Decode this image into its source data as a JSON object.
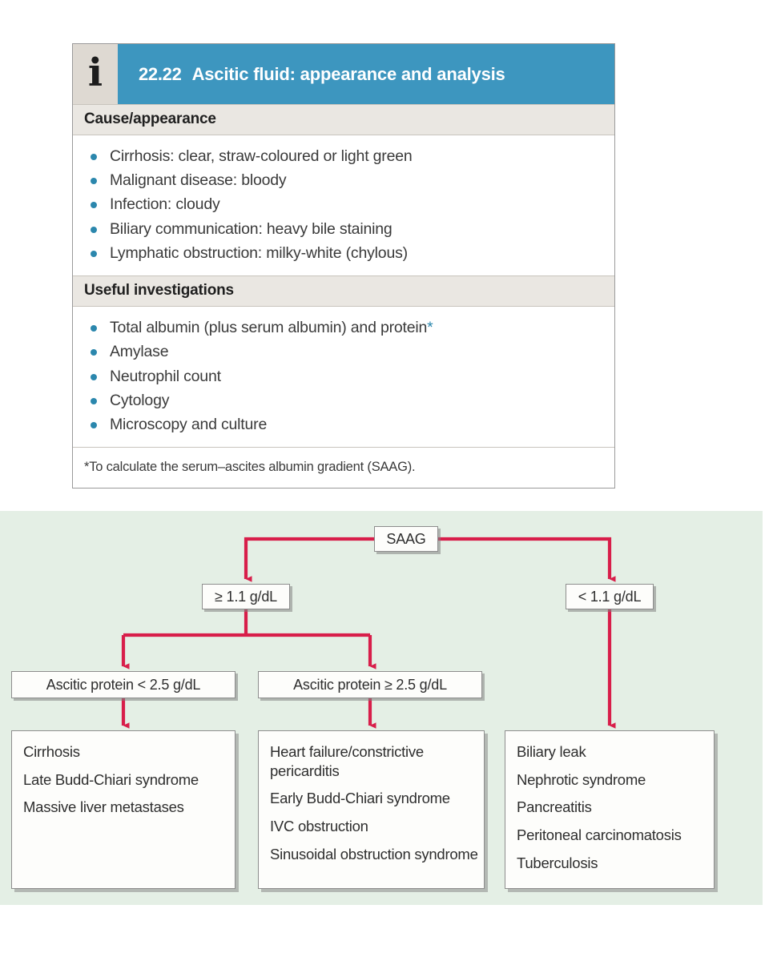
{
  "info_box": {
    "icon": "information-i-icon",
    "number": "22.22",
    "title": "Ascitic fluid: appearance and analysis",
    "sections": [
      {
        "heading": "Cause/appearance",
        "items": [
          "Cirrhosis: clear, straw-coloured or light green",
          "Malignant disease: bloody",
          "Infection: cloudy",
          "Biliary communication: heavy bile staining",
          "Lymphatic obstruction: milky-white (chylous)"
        ]
      },
      {
        "heading": "Useful investigations",
        "items": [
          "Total albumin (plus serum albumin) and protein",
          "Amylase",
          "Neutrophil count",
          "Cytology",
          "Microscopy and culture"
        ],
        "footnote_marker": "*"
      }
    ],
    "footnote": "*To calculate the serum–ascites albumin gradient (SAAG).",
    "colors": {
      "title_bar": "#3d96bf",
      "icon_cell": "#ded9d2",
      "section_band": "#eae7e2",
      "bullet": "#2b87ad",
      "border": "#9a9a9a"
    }
  },
  "flowchart": {
    "type": "decision-tree",
    "background_color": "#e4efe5",
    "arrow_color": "#d81e4a",
    "nodes": {
      "root": "SAAG",
      "saag_high": "≥ 1.1 g/dL",
      "saag_low": "< 1.1 g/dL",
      "protein_low": "Ascitic protein < 2.5 g/dL",
      "protein_high": "Ascitic protein ≥ 2.5 g/dL"
    },
    "outcomes": {
      "from_protein_low": [
        "Cirrhosis",
        "Late Budd-Chiari syndrome",
        "Massive liver metastases"
      ],
      "from_protein_high": [
        "Heart failure/constrictive pericarditis",
        "Early Budd-Chiari syndrome",
        "IVC obstruction",
        "Sinusoidal obstruction syndrome"
      ],
      "from_saag_low": [
        "Biliary leak",
        "Nephrotic syndrome",
        "Pancreatitis",
        "Peritoneal carcinomatosis",
        "Tuberculosis"
      ]
    }
  }
}
